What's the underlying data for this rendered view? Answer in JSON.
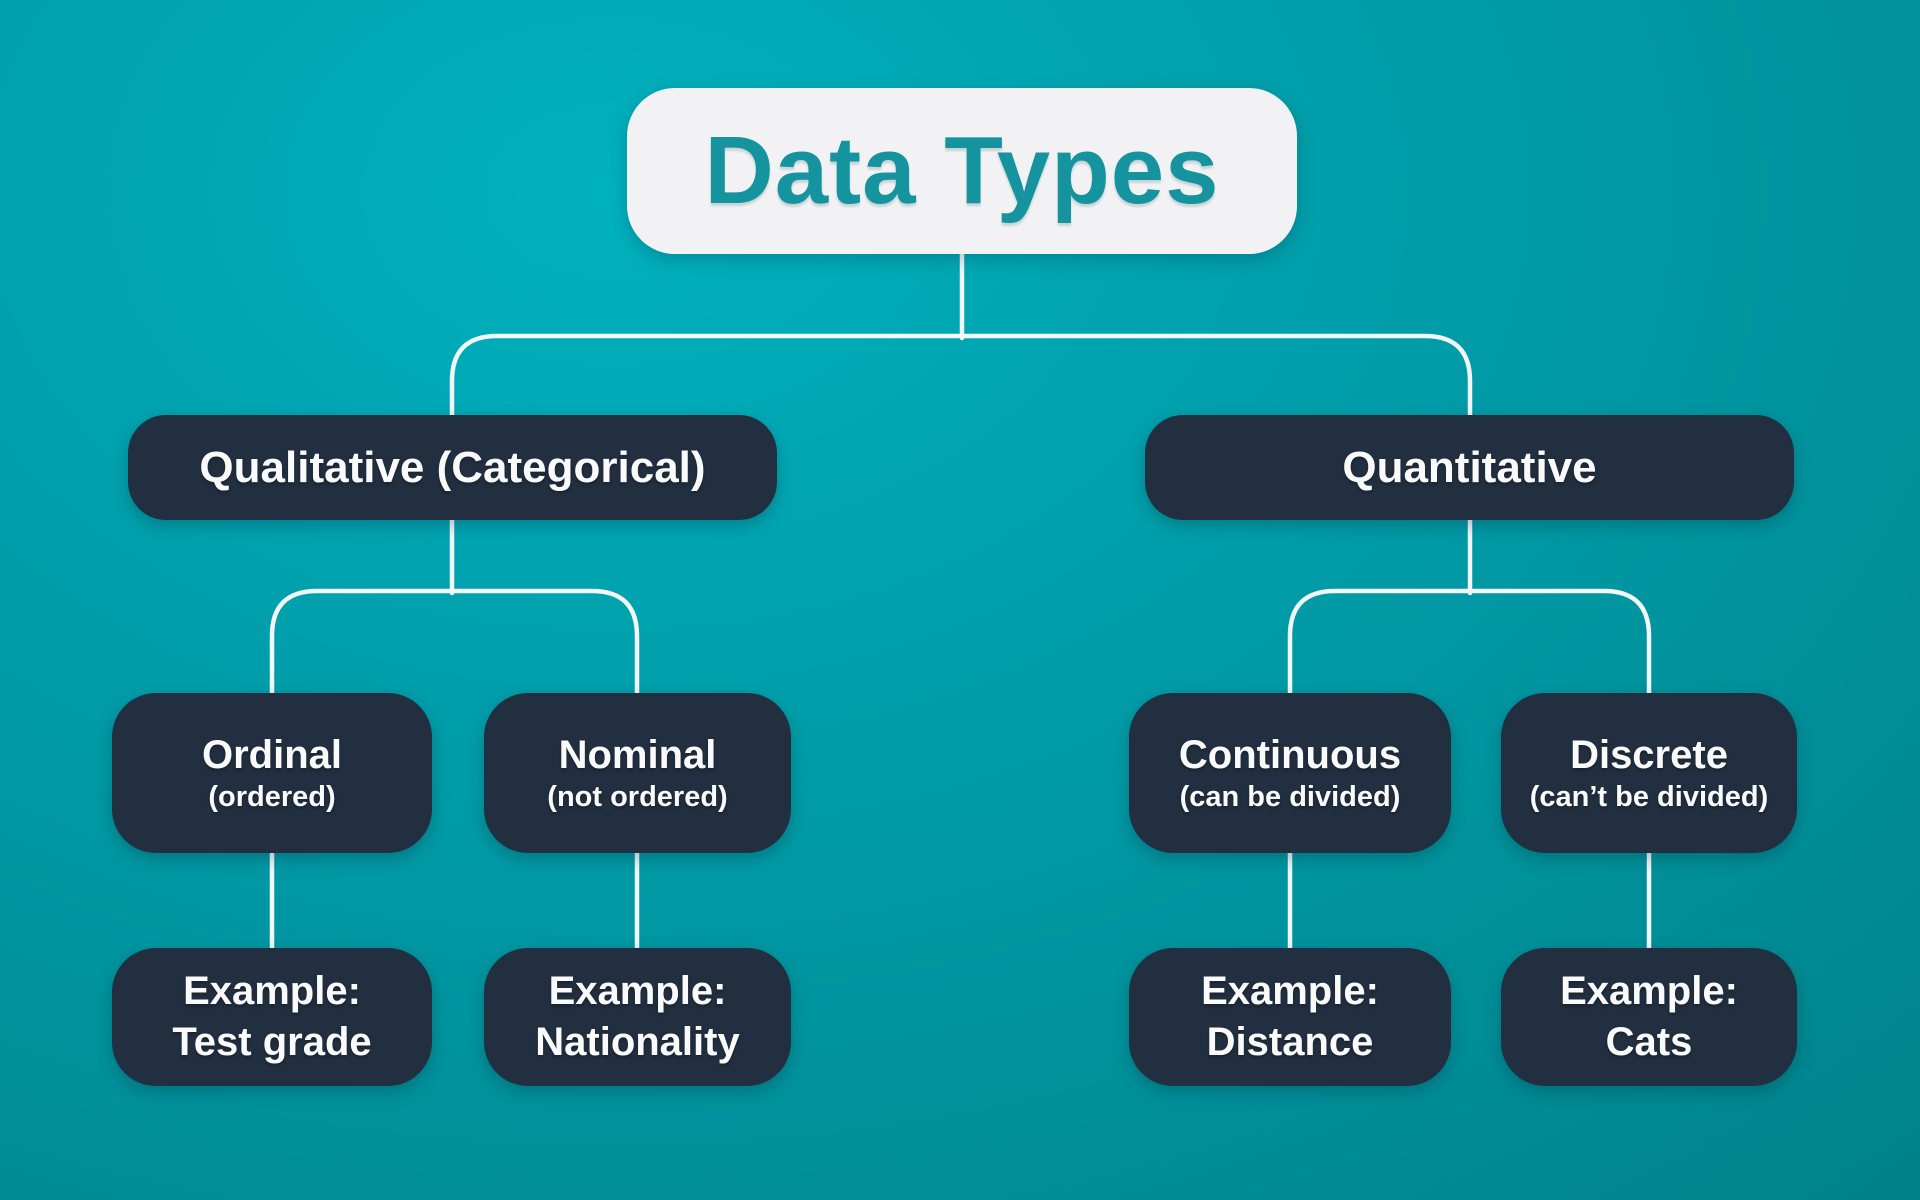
{
  "colors": {
    "background_center": "#00b2be",
    "background_edge": "#00757e",
    "node_dark": "#212f40",
    "node_text": "#fafafa",
    "title_bg": "#f2f2f4",
    "title_text": "#15939e",
    "connector": "#f2f7f8"
  },
  "title": "Data Types",
  "tree": {
    "branches": [
      {
        "label": "Qualitative (Categorical)",
        "children": [
          {
            "label": "Ordinal",
            "sublabel": "(ordered)",
            "example_line1": "Example:",
            "example_line2": "Test grade"
          },
          {
            "label": "Nominal",
            "sublabel": "(not ordered)",
            "example_line1": "Example:",
            "example_line2": "Nationality"
          }
        ]
      },
      {
        "label": "Quantitative",
        "children": [
          {
            "label": "Continuous",
            "sublabel": "(can be divided)",
            "example_line1": "Example:",
            "example_line2": "Distance"
          },
          {
            "label": "Discrete",
            "sublabel": "(can’t be divided)",
            "example_line1": "Example:",
            "example_line2": "Cats"
          }
        ]
      }
    ]
  }
}
